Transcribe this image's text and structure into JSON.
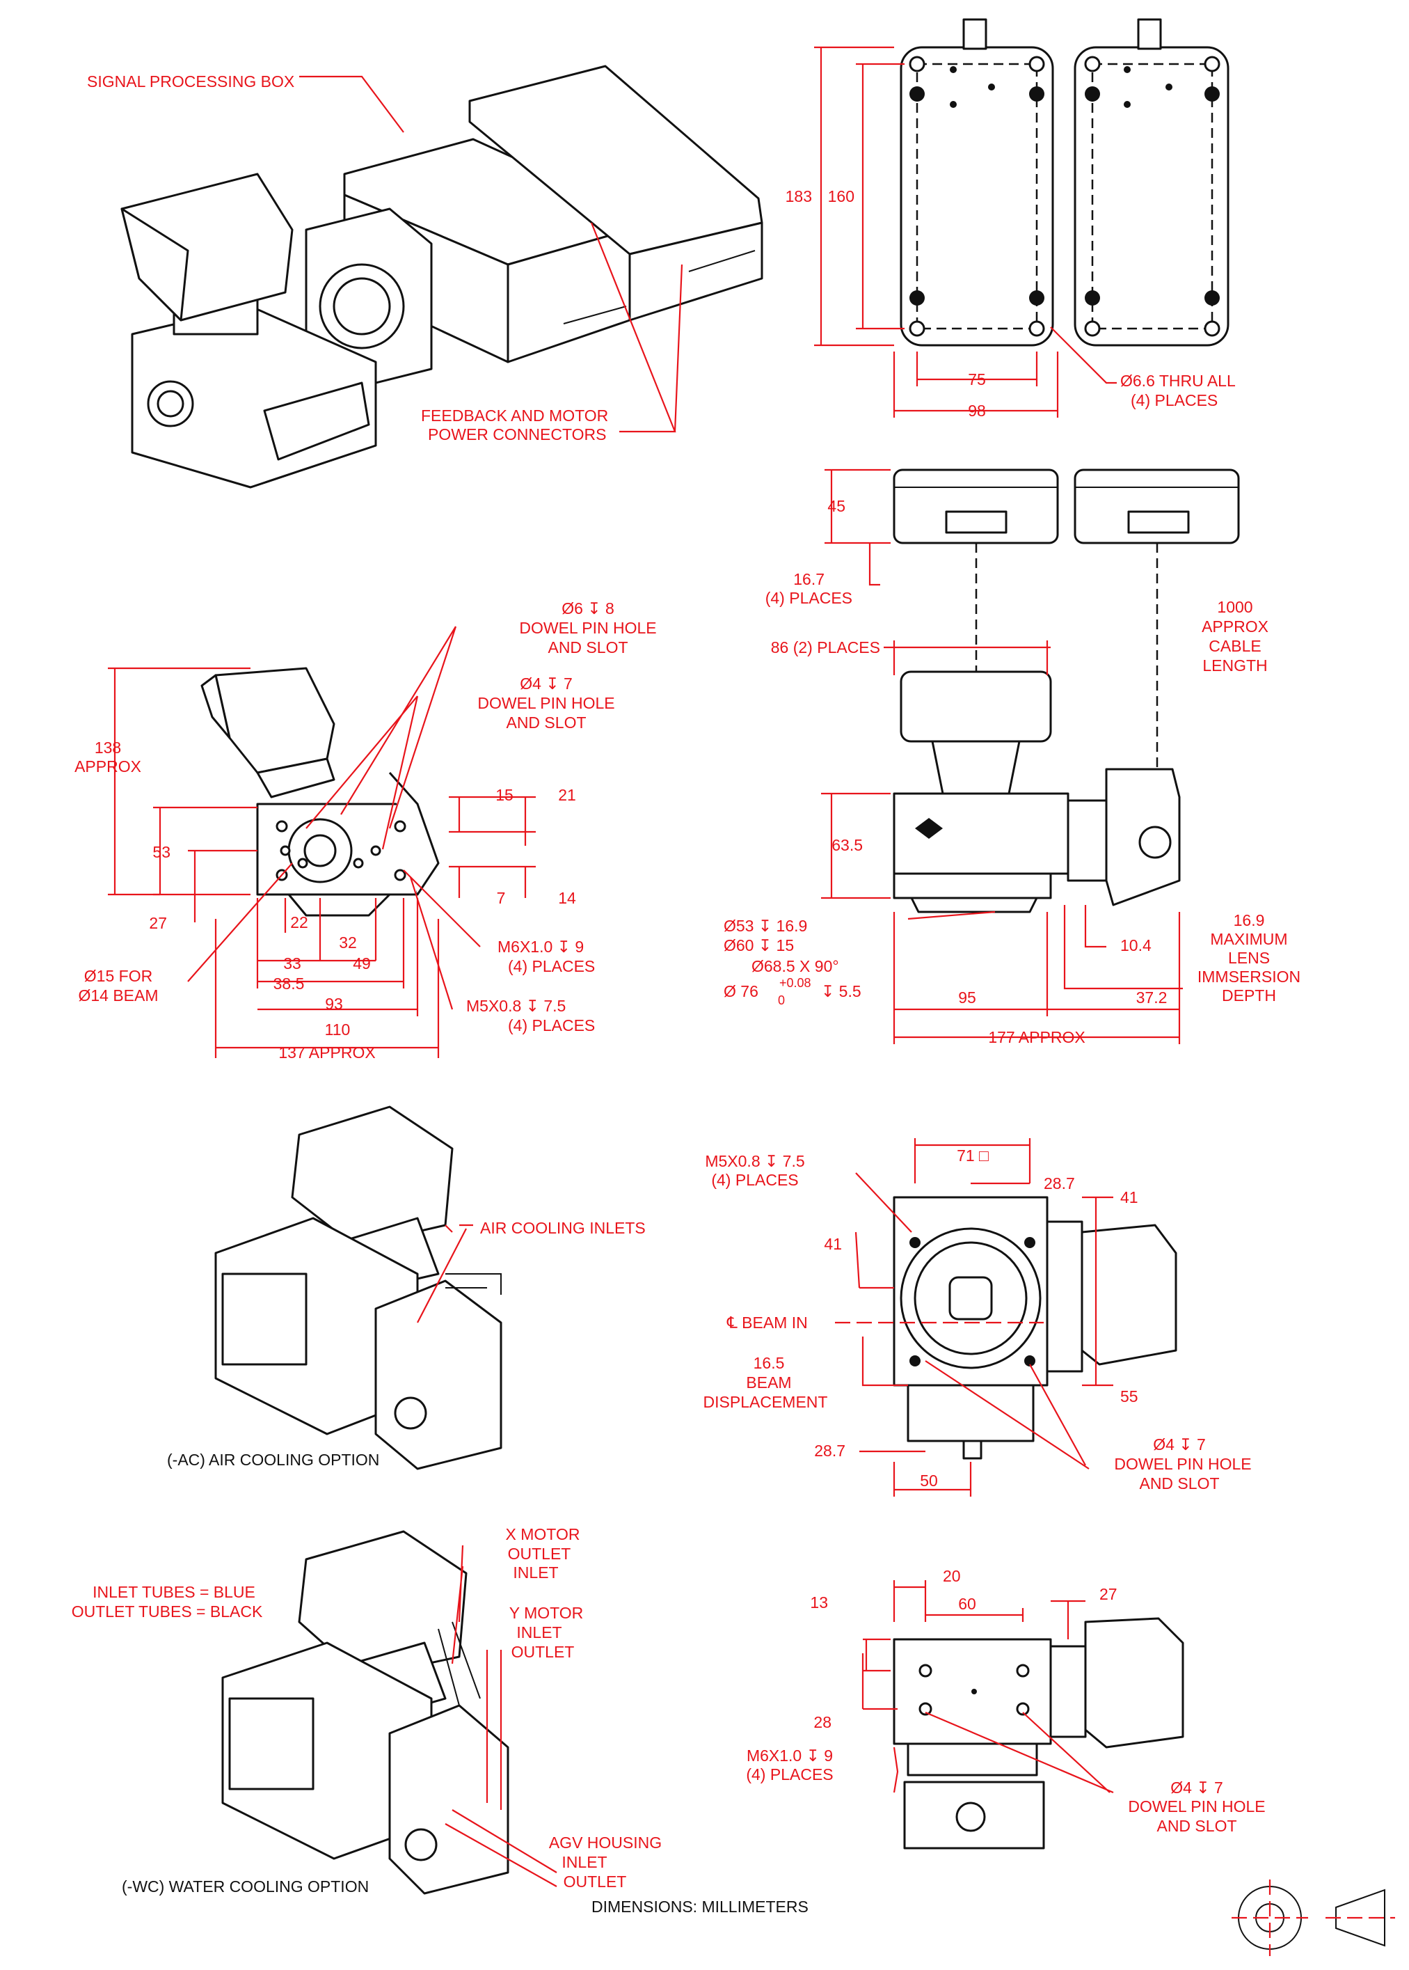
{
  "colors": {
    "dimension": "#e8141b",
    "outline": "#111111",
    "background": "#ffffff"
  },
  "labels": {
    "signal_box": "SIGNAL PROCESSING BOX",
    "connectors_l1": "FEEDBACK AND MOTOR",
    "connectors_l2": "POWER CONNECTORS",
    "ac_caption": "(-AC) AIR COOLING OPTION",
    "air_inlets": "AIR COOLING INLETS",
    "inlet_blue": "INLET TUBES = BLUE",
    "outlet_black": "OUTLET TUBES = BLACK",
    "wc_caption": "(-WC) WATER COOLING OPTION",
    "x_motor": "X MOTOR",
    "outlet": "OUTLET",
    "inlet": "INLET",
    "y_motor": "Y MOTOR",
    "agv_housing": "AGV HOUSING",
    "units": "DIMENSIONS:  MILLIMETERS"
  },
  "dims": {
    "d183": "183",
    "d160": "160",
    "d75": "75",
    "d98": "98",
    "hole_thru": "Ø6.6 THRU ALL",
    "places4": "(4) PLACES",
    "d45": "45",
    "d16_7": "16.7",
    "places4b": "(4) PLACES",
    "cable_l1": "1000",
    "cable_l2": "APPROX",
    "cable_l3": "CABLE",
    "cable_l4": "LENGTH",
    "d86": "86 (2) PLACES",
    "d63_5": "63.5",
    "bore1": "Ø53 ↧ 16.9",
    "bore2": "Ø60  ↧ 15",
    "bore3": "Ø68.5 X 90°",
    "bore4_a": "Ø  76",
    "bore4_b": "+0.08",
    "bore4_c": "0",
    "bore4_d": "↧ 5.5",
    "d10_4": "10.4",
    "lens_l1": "16.9",
    "lens_l2": "MAXIMUM",
    "lens_l3": "LENS",
    "lens_l4": "IMMSERSION",
    "lens_l5": "DEPTH",
    "d95": "95",
    "d37_2": "37.2",
    "d177": "177 APPROX",
    "dowel1_l1": "Ø6 ↧ 8",
    "dowel1_l2": "DOWEL PIN HOLE",
    "dowel1_l3": "AND SLOT",
    "dowel2_l1": "Ø4 ↧ 7",
    "dowel2_l2": "DOWEL PIN HOLE",
    "dowel2_l3": "AND SLOT",
    "d138_l1": "138",
    "d138_l2": "APPROX",
    "d53": "53",
    "d27": "27",
    "d15": "15",
    "d21": "21",
    "d7": "7",
    "d14": "14",
    "d22": "22",
    "d32": "32",
    "d33": "33",
    "d49": "49",
    "d38_5": "38.5",
    "d93": "93",
    "d110": "110",
    "d137": "137 APPROX",
    "m6_l1": "M6X1.0 ↧ 9",
    "m6_l2": "(4) PLACES",
    "m5_l1": "M5X0.8 ↧ 7.5",
    "m5_l2": "(4) PLACES",
    "beam_l1": "Ø15 FOR",
    "beam_l2": "Ø14 BEAM",
    "m5b_l1": "M5X0.8 ↧ 7.5",
    "m5b_l2": "(4) PLACES",
    "d71": "71 □",
    "d28_7a": "28.7",
    "d41a": "41",
    "d41b": "41",
    "beam_in": "℄  BEAM IN",
    "disp_l1": "16.5",
    "disp_l2": "BEAM",
    "disp_l3": "DISPLACEMENT",
    "d55": "55",
    "d28_7b": "28.7",
    "d50": "50",
    "dowel3_l1": "Ø4 ↧ 7",
    "dowel3_l2": "DOWEL PIN HOLE",
    "dowel3_l3": "AND SLOT",
    "d20": "20",
    "d60": "60",
    "d13": "13",
    "d27b": "27",
    "d28": "28",
    "m6b_l1": "M6X1.0 ↧ 9",
    "m6b_l2": "(4) PLACES",
    "dowel4_l1": "Ø4 ↧ 7",
    "dowel4_l2": "DOWEL PIN HOLE",
    "dowel4_l3": "AND SLOT"
  }
}
